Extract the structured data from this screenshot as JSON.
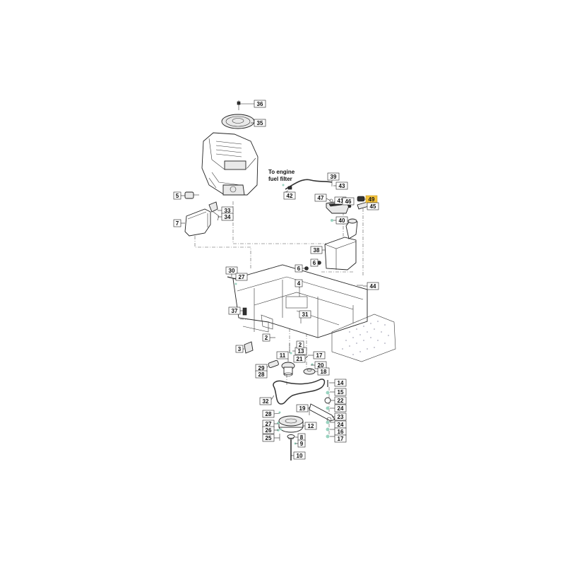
{
  "notes": {
    "engine_filter_line1": "To engine",
    "engine_filter_line2": "fuel filter"
  },
  "highlight_color": "#f3c23a",
  "callouts": [
    "36",
    "35",
    "5",
    "33",
    "34",
    "7",
    "39",
    "43",
    "42",
    "47",
    "41",
    "46",
    "49",
    "45",
    "40",
    "38",
    "6",
    "6",
    "30",
    "27",
    "44",
    "4",
    "37",
    "31",
    "2",
    "3",
    "11",
    "13",
    "17",
    "29",
    "28",
    "21",
    "20",
    "18",
    "14",
    "15",
    "32",
    "22",
    "24",
    "28",
    "19",
    "23",
    "27",
    "12",
    "24",
    "26",
    "16",
    "25",
    "8",
    "17",
    "9",
    "10"
  ]
}
